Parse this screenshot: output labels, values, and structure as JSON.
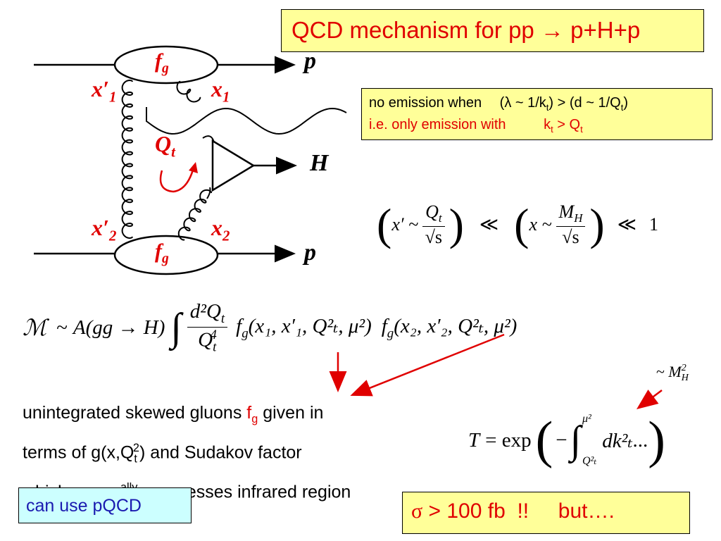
{
  "title": "QCD mechanism for pp → p+H+p",
  "colors": {
    "accent_red": "#e00000",
    "note_yellow": "#ffff99",
    "note_cyan": "#ccffff",
    "math_ink": "#000000"
  },
  "diagram": {
    "p_top": "p",
    "p_bottom": "p",
    "H": "H",
    "fg_top": "f",
    "fg_top_sub": "g",
    "fg_bottom": "f",
    "fg_bottom_sub": "g",
    "x1p": "x",
    "x1p_sub": "1",
    "x1": "x",
    "x1_sub": "1",
    "x2p": "x",
    "x2p_sub": "2",
    "x2": "x",
    "x2_sub": "2",
    "Qt": "Q",
    "Qt_sub": "t"
  },
  "emission_note": {
    "l1_a": "no emission when ",
    "l1_b": "(λ ~ 1/k",
    "l1_c": "t",
    "l1_d": ")  >  (d ~ 1/Q",
    "l1_e": "t",
    "l1_f": ")",
    "l2_a": "i.e. only emission with ",
    "l2_b": "k",
    "l2_c": "t",
    "l2_d": "  >  Q",
    "l2_e": "t"
  },
  "hierarchy": {
    "a": "x′ ~",
    "q_num": "Q",
    "q_num_sub": "t",
    "q_den": "√s",
    "ll": "≪",
    "b": "x ~",
    "m_num": "M",
    "m_num_sub": "H",
    "m_den": "√s",
    "one": "1"
  },
  "amplitude": {
    "M": "ℳ",
    "tilde": "~",
    "A": "A(gg → H)",
    "int": "∫",
    "num": "d²Q",
    "num_sub": "t",
    "den": "Q",
    "den_sub": "t",
    "den_sup": "4",
    "f1": "f",
    "f1_sub": "g",
    "f1_args": "(x₁, x′₁, Q²ₜ, μ²)",
    "f2": "f",
    "f2_sub": "g",
    "f2_args": "(x₂, x′₂, Q²ₜ, μ²)"
  },
  "mh_note": {
    "tilde": "~",
    "M": "M",
    "sub": "H",
    "sup": "2"
  },
  "gluon_text": {
    "l1_a": "unintegrated skewed gluons ",
    "l1_f": "f",
    "l1_fsub": "g",
    "l1_b": " given in",
    "l2_a": "terms of    g(x,Q",
    "l2_sub": "t",
    "l2_sup": "2",
    "l2_b": ")   and   Sudakov factor",
    "l3_a": "which expon",
    "l3_sup": "ally",
    "l3_b": " suppresses infrared region"
  },
  "sudakov": {
    "T": "T",
    "eq": "= exp",
    "minus": "−",
    "int": "∫",
    "upper": "μ²",
    "lower": "Q²ₜ",
    "dk": "dk²ₜ",
    "dots": "..."
  },
  "pqcd": "can use pQCD",
  "sigma": {
    "sym": "σ",
    "text": " > 100 fb  !!     but…."
  }
}
